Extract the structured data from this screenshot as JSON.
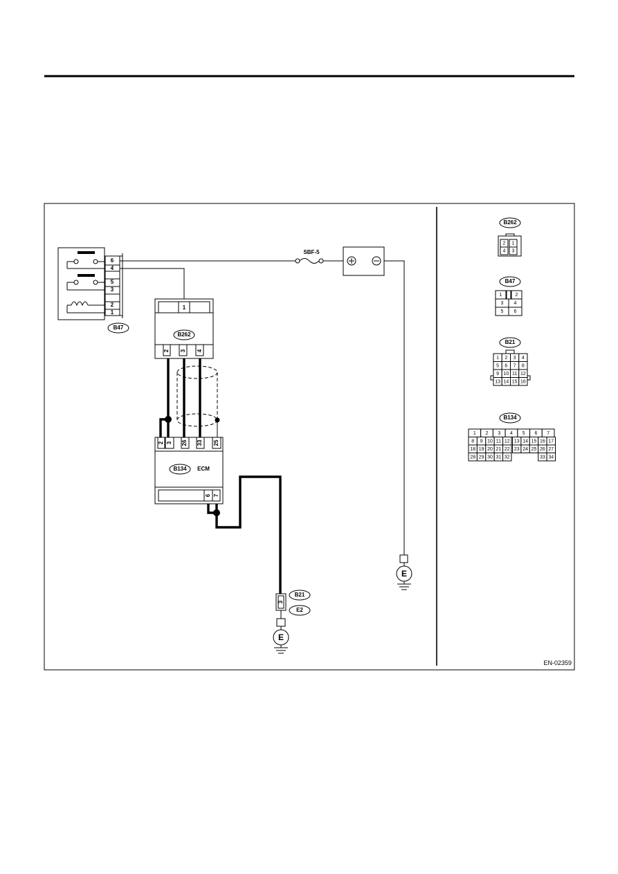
{
  "figure_id": "EN-02359",
  "components": {
    "relay": {
      "connector": "B47",
      "pins": [
        "6",
        "4",
        "5",
        "3",
        "2",
        "1"
      ]
    },
    "fuse": {
      "label": "SBF-5"
    },
    "battery": {
      "plus": "⊕",
      "minus": "⊖"
    },
    "b262": {
      "connector": "B262",
      "top_pin": "1",
      "bottom_pins": [
        "2",
        "3",
        "4"
      ]
    },
    "ecm": {
      "connector": "B134",
      "label": "ECM",
      "top_pins": [
        "2",
        "3",
        "26",
        "33",
        "25"
      ],
      "bottom_pins": [
        "6",
        "7"
      ]
    },
    "ground_e2": {
      "connector": "B21",
      "tag": "E2",
      "pin": "3",
      "symbol": "E"
    },
    "ground_right": {
      "symbol": "E"
    }
  },
  "connector_views": {
    "b262": {
      "label": "B262",
      "rows": [
        [
          "2",
          "1"
        ],
        [
          "4",
          "3"
        ]
      ]
    },
    "b47": {
      "label": "B47",
      "rows": [
        [
          "1",
          "",
          "2"
        ],
        [
          "3",
          "4"
        ],
        [
          "5",
          "6"
        ]
      ]
    },
    "b21": {
      "label": "B21",
      "rows": [
        [
          "1",
          "2",
          "3",
          "4"
        ],
        [
          "5",
          "6",
          "7",
          "8"
        ],
        [
          "9",
          "10",
          "11",
          "12"
        ],
        [
          "13",
          "14",
          "15",
          "16"
        ]
      ]
    },
    "b134": {
      "label": "B134",
      "rows": [
        [
          "1",
          "2",
          "3",
          "4",
          "5",
          "6",
          "7"
        ],
        [
          "8",
          "9",
          "10",
          "11",
          "12",
          "13",
          "14",
          "15",
          "16",
          "17"
        ],
        [
          "18",
          "19",
          "20",
          "21",
          "22",
          "23",
          "24",
          "25",
          "26",
          "27"
        ],
        [
          "28",
          "29",
          "30",
          "31",
          "32",
          "33",
          "34"
        ]
      ]
    }
  }
}
